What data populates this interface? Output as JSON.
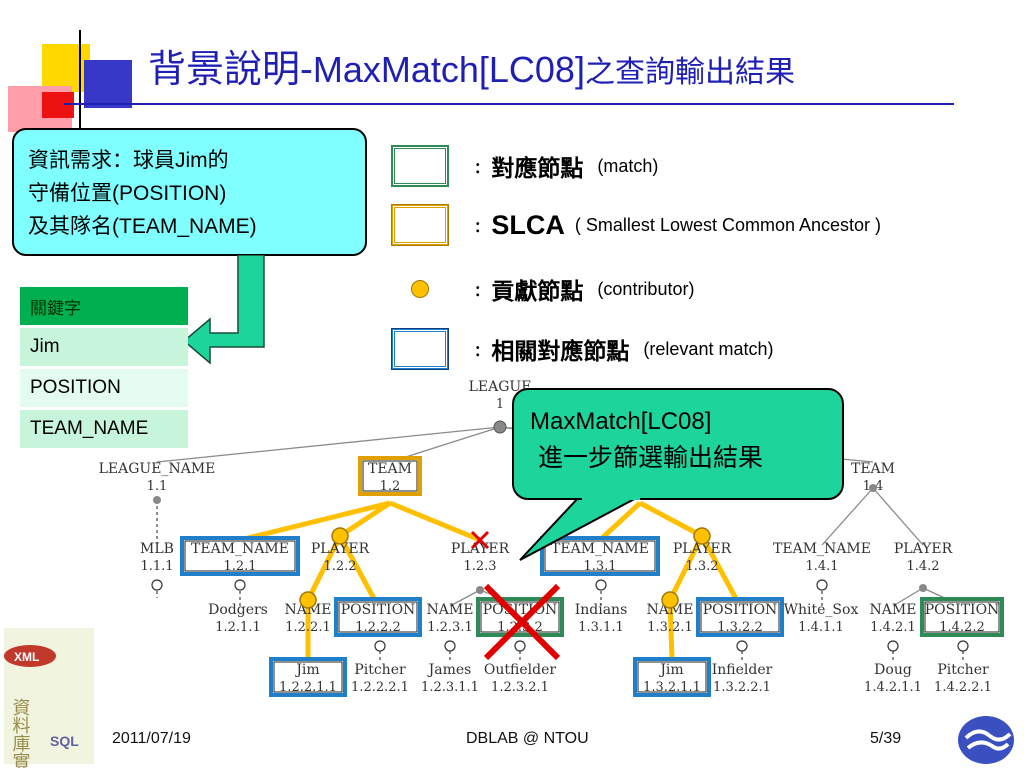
{
  "title": {
    "cjk_lead": "背景說明-",
    "latin": "MaxMatch[LC08]",
    "cjk_tail": "之查詢輸出結果"
  },
  "query_callout": {
    "line1_cjk": "資訊需求：球員",
    "line1_latin": "Jim",
    "line1_tail": "的",
    "line2_cjk": "守備位置",
    "line2_latin": "(POSITION)",
    "line3_cjk": "及其隊名",
    "line3_latin": "(TEAM_NAME)"
  },
  "keyword_table": {
    "header": "關鍵字",
    "rows": [
      "Jim",
      "POSITION",
      "TEAM_NAME"
    ]
  },
  "legend": [
    {
      "colon": ":",
      "zh": "對應節點",
      "en": "(match)",
      "color": "#2e8b57"
    },
    {
      "colon": ":",
      "big": "SLCA",
      "en": "( Smallest Lowest Common Ancestor )",
      "color": "#e0a000"
    },
    {
      "colon": ":",
      "zh": "貢獻節點",
      "en": "(contributor)",
      "color": "#ffc000"
    },
    {
      "colon": ":",
      "zh": "相關對應節點",
      "en": "(relevant match)",
      "color": "#1f7fc8"
    }
  ],
  "maxmatch_callout": {
    "line1": "MaxMatch[LC08]",
    "line2": "進一步篩選輸出結果"
  },
  "tree": {
    "nodes": [
      {
        "id": "league",
        "label": "LEAGUE",
        "num": "1"
      },
      {
        "id": "league_name",
        "label": "LEAGUE_NAME",
        "num": "1.1"
      },
      {
        "id": "team12",
        "label": "TEAM",
        "num": "1.2"
      },
      {
        "id": "team14",
        "label": "TEAM",
        "num": "1.4"
      },
      {
        "id": "mlb",
        "label": "MLB",
        "num": "1.1.1"
      },
      {
        "id": "tn121",
        "label": "TEAM_NAME",
        "num": "1.2.1"
      },
      {
        "id": "pl122",
        "label": "PLAYER",
        "num": "1.2.2"
      },
      {
        "id": "pl123",
        "label": "PLAYER",
        "num": "1.2.3"
      },
      {
        "id": "tn131",
        "label": "TEAM_NAME",
        "num": "1.3.1"
      },
      {
        "id": "pl132",
        "label": "PLAYER",
        "num": "1.3.2"
      },
      {
        "id": "tn141",
        "label": "TEAM_NAME",
        "num": "1.4.1"
      },
      {
        "id": "pl142",
        "label": "PLAYER",
        "num": "1.4.2"
      },
      {
        "id": "dodgers",
        "label": "Dodgers",
        "num": "1.2.1.1"
      },
      {
        "id": "nm1221",
        "label": "NAME",
        "num": "1.2.2.1"
      },
      {
        "id": "pos1222",
        "label": "POSITION",
        "num": "1.2.2.2"
      },
      {
        "id": "nm1231",
        "label": "NAME",
        "num": "1.2.3.1"
      },
      {
        "id": "pos1232",
        "label": "POSITION",
        "num": "1.2.3.2"
      },
      {
        "id": "indians",
        "label": "Indians",
        "num": "1.3.1.1"
      },
      {
        "id": "nm1321",
        "label": "NAME",
        "num": "1.3.2.1"
      },
      {
        "id": "pos1322",
        "label": "POSITION",
        "num": "1.3.2.2"
      },
      {
        "id": "whitesox",
        "label": "White_Sox",
        "num": "1.4.1.1"
      },
      {
        "id": "nm1421",
        "label": "NAME",
        "num": "1.4.2.1"
      },
      {
        "id": "pos1422",
        "label": "POSITION",
        "num": "1.4.2.2"
      },
      {
        "id": "jim1",
        "label": "Jim",
        "num": "1.2.2.1.1"
      },
      {
        "id": "pitcher1",
        "label": "Pitcher",
        "num": "1.2.2.2.1"
      },
      {
        "id": "james",
        "label": "James",
        "num": "1.2.3.1.1"
      },
      {
        "id": "outfielder",
        "label": "Outfielder",
        "num": "1.2.3.2.1"
      },
      {
        "id": "jim2",
        "label": "Jim",
        "num": "1.3.2.1.1"
      },
      {
        "id": "infielder",
        "label": "Infielder",
        "num": "1.3.2.2.1"
      },
      {
        "id": "doug",
        "label": "Doug",
        "num": "1.4.2.1.1"
      },
      {
        "id": "pitcher2",
        "label": "Pitcher",
        "num": "1.4.2.2.1"
      }
    ]
  },
  "footer": {
    "date": "2011/07/19",
    "center": "DBLAB @ NTOU",
    "page": "5/39"
  },
  "logo_text": {
    "xml": "XML",
    "sql": "SQL",
    "cjk": "資料庫實驗室"
  },
  "colors": {
    "title": "#1f1fb4",
    "match_box": "#2e8b57",
    "slca_box": "#e0a000",
    "relevant_box": "#1f7fc8",
    "contributor": "#ffc000",
    "cross": "#e00000",
    "callout_left": "#7fffff",
    "callout_right": "#1dd49b"
  }
}
